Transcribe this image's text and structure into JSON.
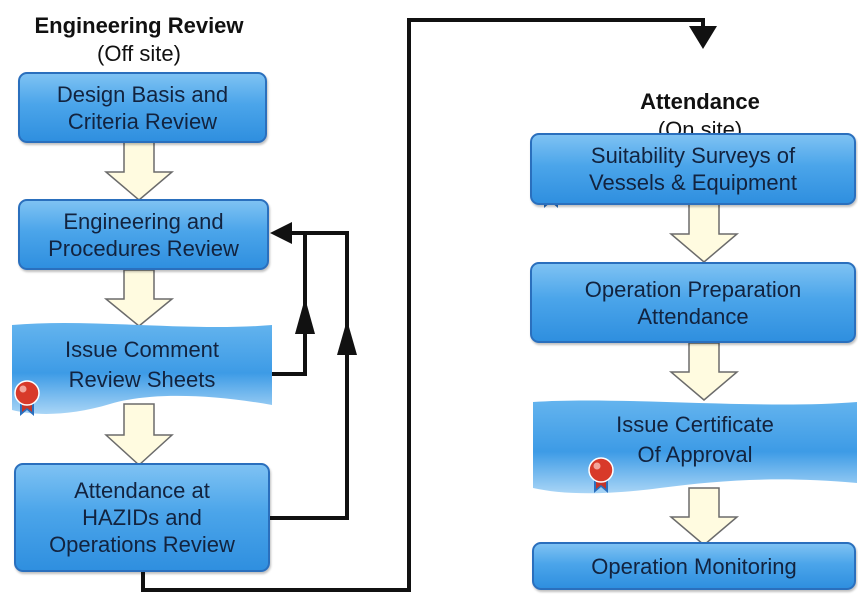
{
  "left": {
    "header_title": "Engineering Review",
    "header_sub": "(Off site)",
    "steps": [
      "Design Basis and\nCriteria Review",
      "Engineering and\nProcedures Review",
      "Issue Comment\nReview Sheets",
      "Attendance at\nHAZIDs and\nOperations Review"
    ]
  },
  "right": {
    "header_title": "Attendance",
    "header_sub": "(On site)",
    "steps": [
      "Suitability Surveys of\nVessels & Equipment",
      "Operation Preparation\nAttendance",
      "Issue Certificate\nOf Approval",
      "Operation Monitoring"
    ]
  },
  "colors": {
    "box_fill": "#4ba5ea",
    "box_border": "#2a6fbd",
    "connector": "#111111",
    "badge": "#d83a2a"
  }
}
